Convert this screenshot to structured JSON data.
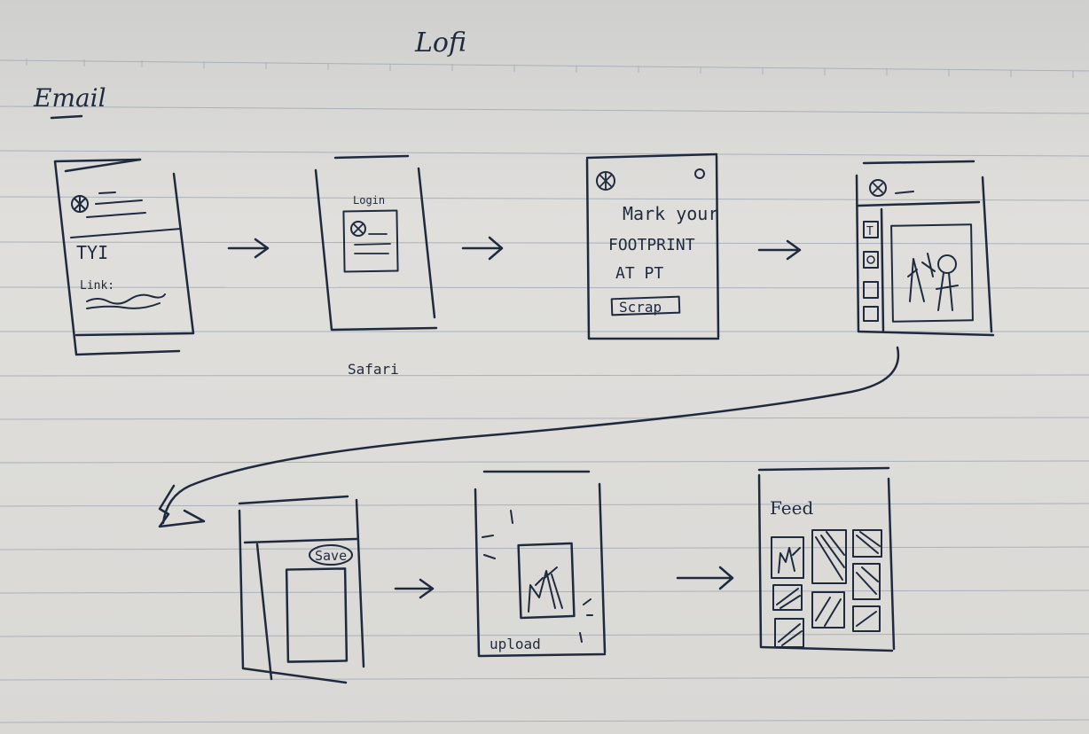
{
  "page": {
    "title": "Lofi",
    "section_label": "Email"
  },
  "flow": {
    "row1": [
      {
        "id": "email-screen",
        "texts": [
          "TYI",
          "Link:"
        ]
      },
      {
        "id": "safari-login",
        "texts": [
          "Login"
        ],
        "caption": "Safari"
      },
      {
        "id": "landing",
        "texts": [
          "Mark your",
          "FOOTPRINT",
          "AT PT"
        ],
        "button": "Scrap"
      },
      {
        "id": "editor",
        "texts": [
          "T"
        ]
      }
    ],
    "row2": [
      {
        "id": "save-screen",
        "button": "Save"
      },
      {
        "id": "upload-screen",
        "texts": [
          "upload"
        ]
      },
      {
        "id": "feed-screen",
        "texts": [
          "Feed"
        ]
      }
    ]
  },
  "colors": {
    "ink": "#1f2a3f",
    "paper": "#dcdcda",
    "rule": "#a9b0bb"
  }
}
